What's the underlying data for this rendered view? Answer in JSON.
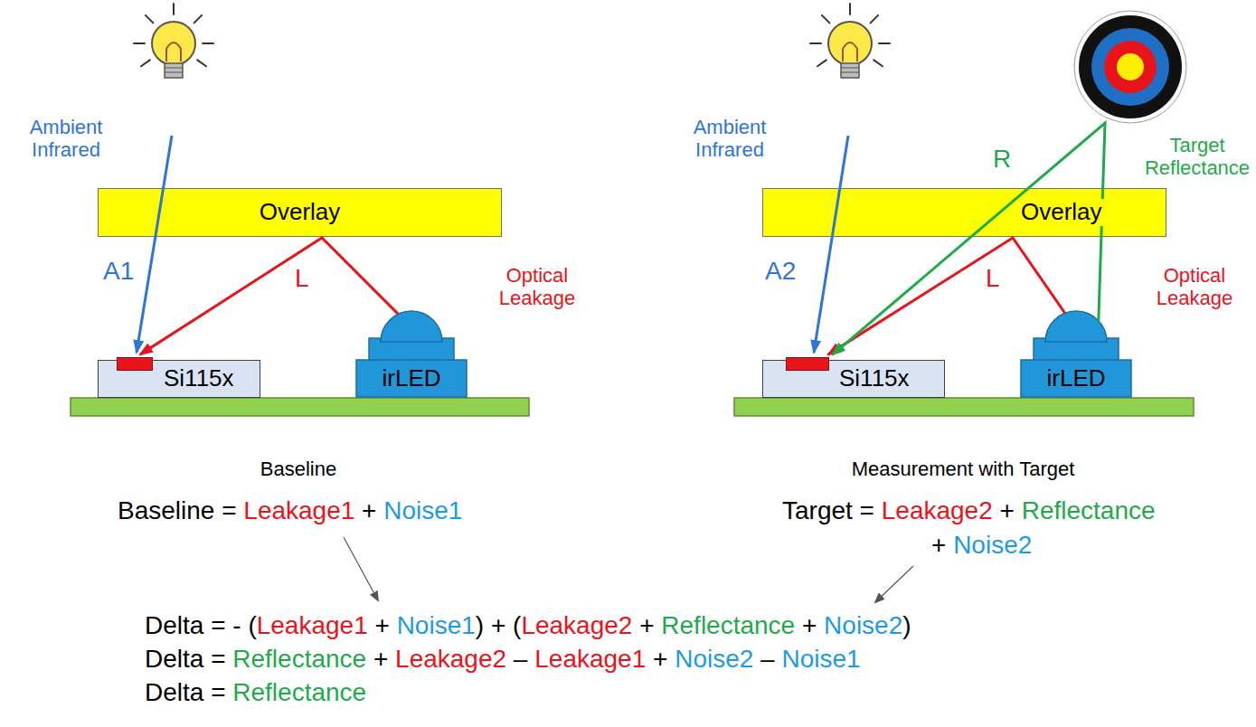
{
  "diagram": {
    "nodes": [
      {
        "text": [
          "Overlay"
        ]
      },
      {
        "text": [
          "Si115x"
        ]
      },
      {
        "text": [
          "irLED"
        ]
      },
      {
        "text": [
          "Overlay"
        ]
      },
      {
        "text": [
          "Si115x"
        ]
      },
      {
        "text": [
          "irLED"
        ]
      }
    ],
    "edges": [
      {
        "from": 2,
        "to": 1,
        "label": "L",
        "arrow": "to"
      },
      {
        "from": 5,
        "to": 4,
        "label": "L",
        "arrow": "to"
      },
      {
        "from": 5,
        "to": 4,
        "label": "R",
        "arrow": "to"
      }
    ],
    "labels": [
      "Ambient Infrared",
      "A1",
      "Optical Leakage",
      "Baseline",
      "Ambient Infrared",
      "A2",
      "Optical Leakage",
      "Target Reflectance",
      "Measurement with Target",
      "Baseline = ",
      "Leakage1",
      " + ",
      "Noise1",
      "Target = ",
      "Leakage2",
      " + ",
      "Reflectance",
      "+ ",
      "Noise2",
      "Delta = - (",
      "Leakage1",
      " + ",
      "Noise1",
      ") + (",
      "Leakage2",
      " + ",
      "Reflectance",
      " + ",
      "Noise2",
      ")",
      "Delta = ",
      "Reflectance",
      " + ",
      "Leakage2",
      " – ",
      "Leakage1",
      " + ",
      "Noise2",
      " – ",
      "Noise1",
      "Delta = ",
      "Reflectance"
    ]
  }
}
